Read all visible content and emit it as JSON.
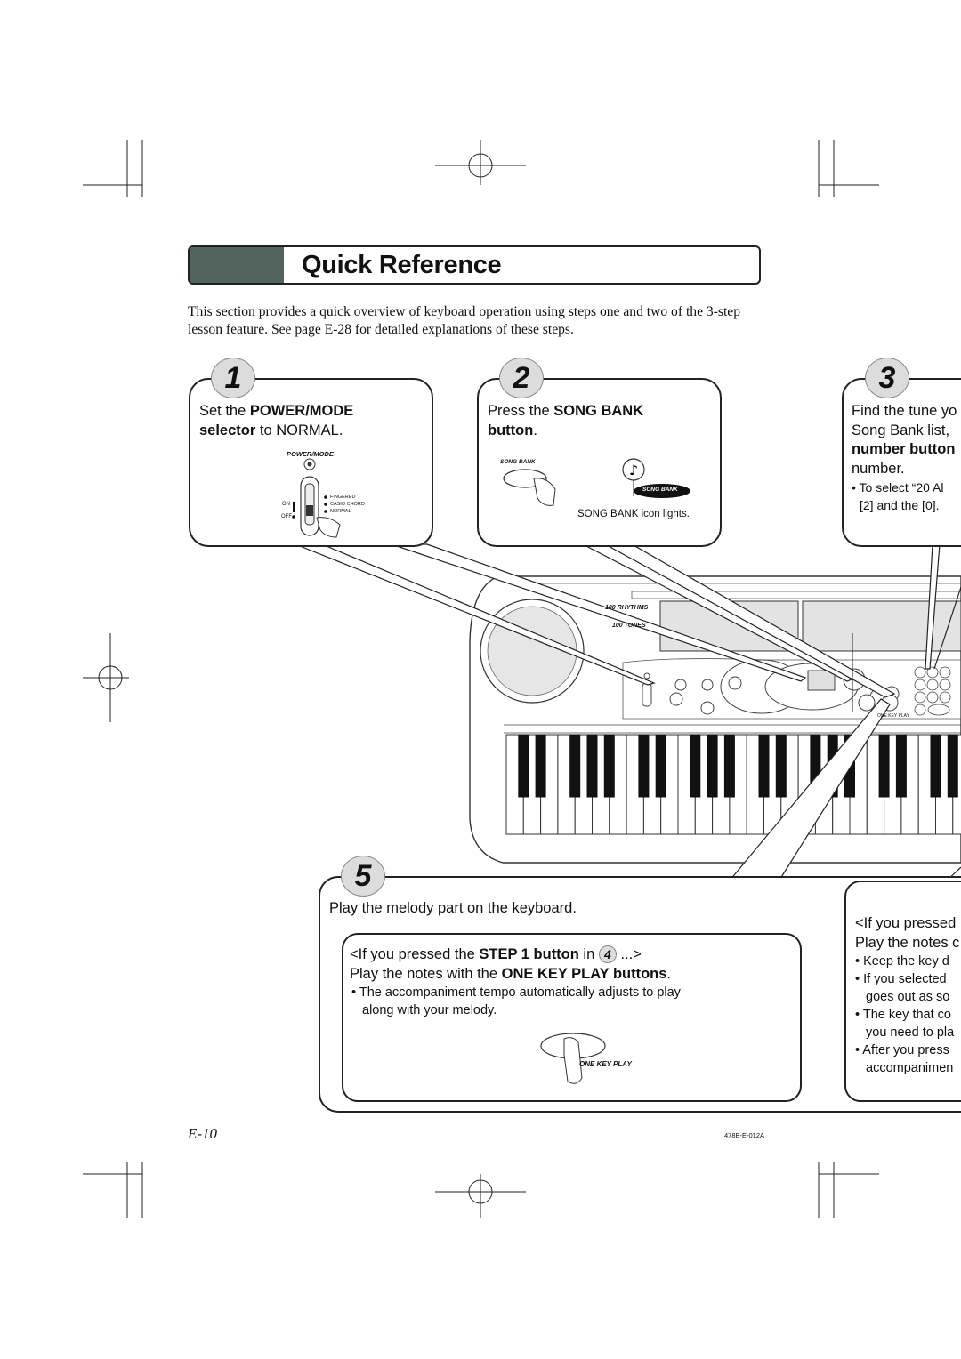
{
  "title": "Quick Reference",
  "intro": "This section provides a quick overview of keyboard operation using steps one and two of the 3-step lesson feature. See page E-28 for detailed explanations of these steps.",
  "step1": {
    "number": "1",
    "line1_pre": "Set the ",
    "line1_bold": "POWER/MODE",
    "line2_bold": "selector",
    "line2_post": " to NORMAL.",
    "illus_label": "POWER/MODE",
    "on": "ON",
    "off": "OFF",
    "opt1": "FINGERED",
    "opt2": "CASIO CHORD",
    "opt3": "NORMAL"
  },
  "step2": {
    "number": "2",
    "line1_pre": "Press the ",
    "line1_bold": "SONG BANK",
    "line2_bold": "button",
    "line2_post": ".",
    "logo": "SONG BANK",
    "icon_label": "SONG BANK",
    "caption": "SONG BANK icon lights."
  },
  "step3": {
    "number": "3",
    "line1": "Find the tune yo",
    "line2": "Song Bank list,",
    "line3_bold": "number button",
    "line4": "number.",
    "bullet1": "• To select “20 Al",
    "bullet2": "[2] and the [0]."
  },
  "keyboard": {
    "rhythms": "100 RHYTHMS",
    "tones": "100 TONES",
    "one_key_play": "ONE KEY PLAY"
  },
  "step5": {
    "number": "5",
    "heading": "Play the melody part on the keyboard.",
    "inner_line1_pre": "<If you pressed the ",
    "inner_line1_bold": "STEP 1 button",
    "inner_line1_mid": " in ",
    "inner_step_num": "4",
    "inner_line1_post": " ...>",
    "inner_line2_pre": "Play the notes with the ",
    "inner_line2_bold": "ONE KEY PLAY buttons",
    "inner_line2_post": ".",
    "bullet1": "•  The accompaniment tempo automatically adjusts to play",
    "bullet2": "along with your melody.",
    "button_label": "ONE KEY PLAY"
  },
  "right_panel": {
    "line1": "<If you pressed",
    "line2": "Play the notes c",
    "b1": "•  Keep the key d",
    "b2": "•  If you selected",
    "b2b": "goes out as so",
    "b3": "•  The key that co",
    "b3b": "you need to pla",
    "b4": "•  After you press",
    "b4b": "accompanimen"
  },
  "footer": {
    "page": "E-10",
    "code": "478B-E-012A"
  }
}
